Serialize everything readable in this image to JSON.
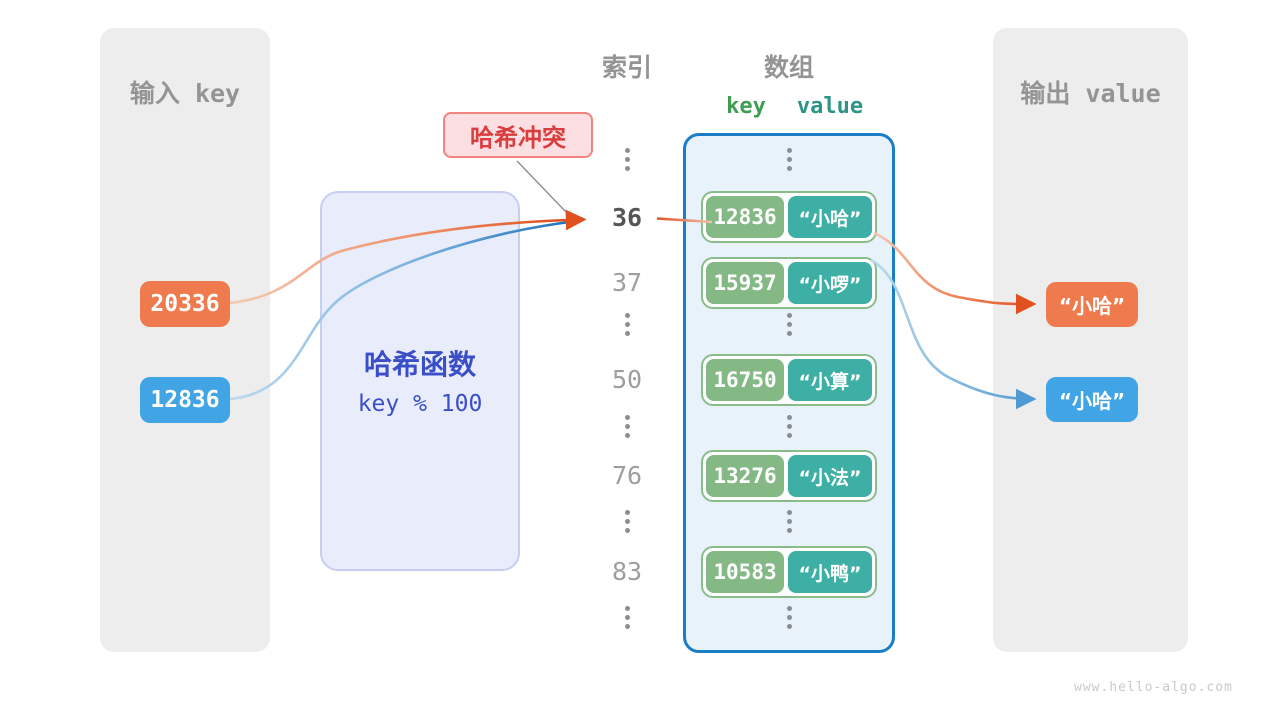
{
  "colors": {
    "accent_orange": "#ef7a4d",
    "accent_blue": "#41a4e5",
    "arrow_orange": "#e1501f",
    "arrow_blue": "#2277bf",
    "arrow_blue_muted": "#4f9ad2",
    "panel_bg": "#ededee",
    "panel_title": "#949494",
    "hash_bg": "#e9ecfb",
    "hash_border": "#c7cef4",
    "hash_text": "#3a4ec8",
    "collision_bg": "#fbdfe2",
    "collision_border": "#f2837f",
    "collision_text": "#da3d3d",
    "array_bg": "#e7f2fb",
    "array_border": "#1a7dc7",
    "row_border": "#8abc8b",
    "key_green": "#84b885",
    "value_teal": "#3eafa4",
    "key_header_green": "#3f9d52",
    "value_header_teal": "#2d9486",
    "index_gray": "#9e9e9e",
    "index_dark": "#565656",
    "dot_gray": "#8d8d8d",
    "watermark_gray": "#c9c9c9"
  },
  "input_panel": {
    "title": "输入 key",
    "keys": [
      {
        "value": "20336"
      },
      {
        "value": "12836"
      }
    ]
  },
  "hash_box": {
    "title": "哈希函数",
    "formula": "key % 100"
  },
  "collision_label": {
    "text": "哈希冲突"
  },
  "table": {
    "index_header": "索引",
    "array_header": "数组",
    "key_col_header": "key",
    "value_col_header": "value",
    "highlighted_index": "36",
    "indices": [
      "36",
      "37",
      "50",
      "76",
      "83"
    ],
    "rows": [
      {
        "key": "12836",
        "value": "“小哈”"
      },
      {
        "key": "15937",
        "value": "“小啰”"
      },
      {
        "key": "16750",
        "value": "“小算”"
      },
      {
        "key": "13276",
        "value": "“小法”"
      },
      {
        "key": "10583",
        "value": "“小鸭”"
      }
    ]
  },
  "output_panel": {
    "title": "输出 value",
    "values": [
      {
        "value": "“小哈”"
      },
      {
        "value": "“小哈”"
      }
    ]
  },
  "watermark": "www.hello-algo.com"
}
